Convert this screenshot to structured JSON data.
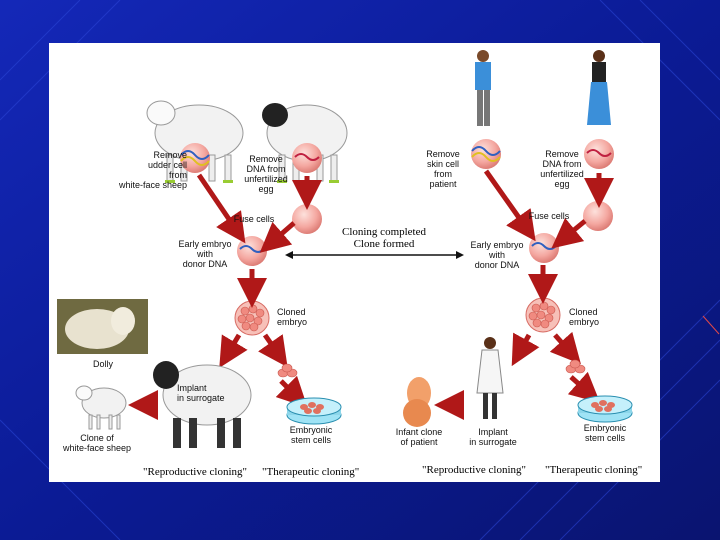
{
  "colors": {
    "background_dark": "#0a1a8c",
    "background_light": "#2a4bd0",
    "arrow": "#b01818",
    "cell": "#f4a7a0",
    "cell_edge": "#d76b63"
  },
  "left": {
    "remove_udder": "Remove\nudder cell\nfrom\nwhite-face sheep",
    "remove_dna": "Remove\nDNA from\nunfertilized\negg",
    "fuse": "Fuse cells",
    "early_embryo": "Early embryo\nwith\ndonor DNA",
    "cloned_embryo": "Cloned\nembryo",
    "dolly": "Dolly",
    "implant": "Implant\nin surrogate",
    "clone_of": "Clone of\nwhite-face sheep",
    "stem_cells": "Embryonic\nstem cells"
  },
  "right": {
    "remove_skin": "Remove\nskin cell\nfrom\npatient",
    "remove_dna": "Remove\nDNA from\nunfertilized\negg",
    "fuse": "Fuse cells",
    "early_embryo": "Early embryo\nwith\ndonor DNA",
    "cloned_embryo": "Cloned\nembryo",
    "infant": "Infant clone\nof patient",
    "implant": "Implant\nin surrogate",
    "stem_cells": "Embryonic\nstem cells"
  },
  "center": {
    "line1": "Cloning completed",
    "line2": "Clone formed"
  },
  "bottom": {
    "left_repro": "\"Reproductive cloning\"",
    "left_thera": "\"Therapeutic cloning\"",
    "right_repro": "\"Reproductive cloning\"",
    "right_thera": "\"Therapeutic cloning\""
  }
}
